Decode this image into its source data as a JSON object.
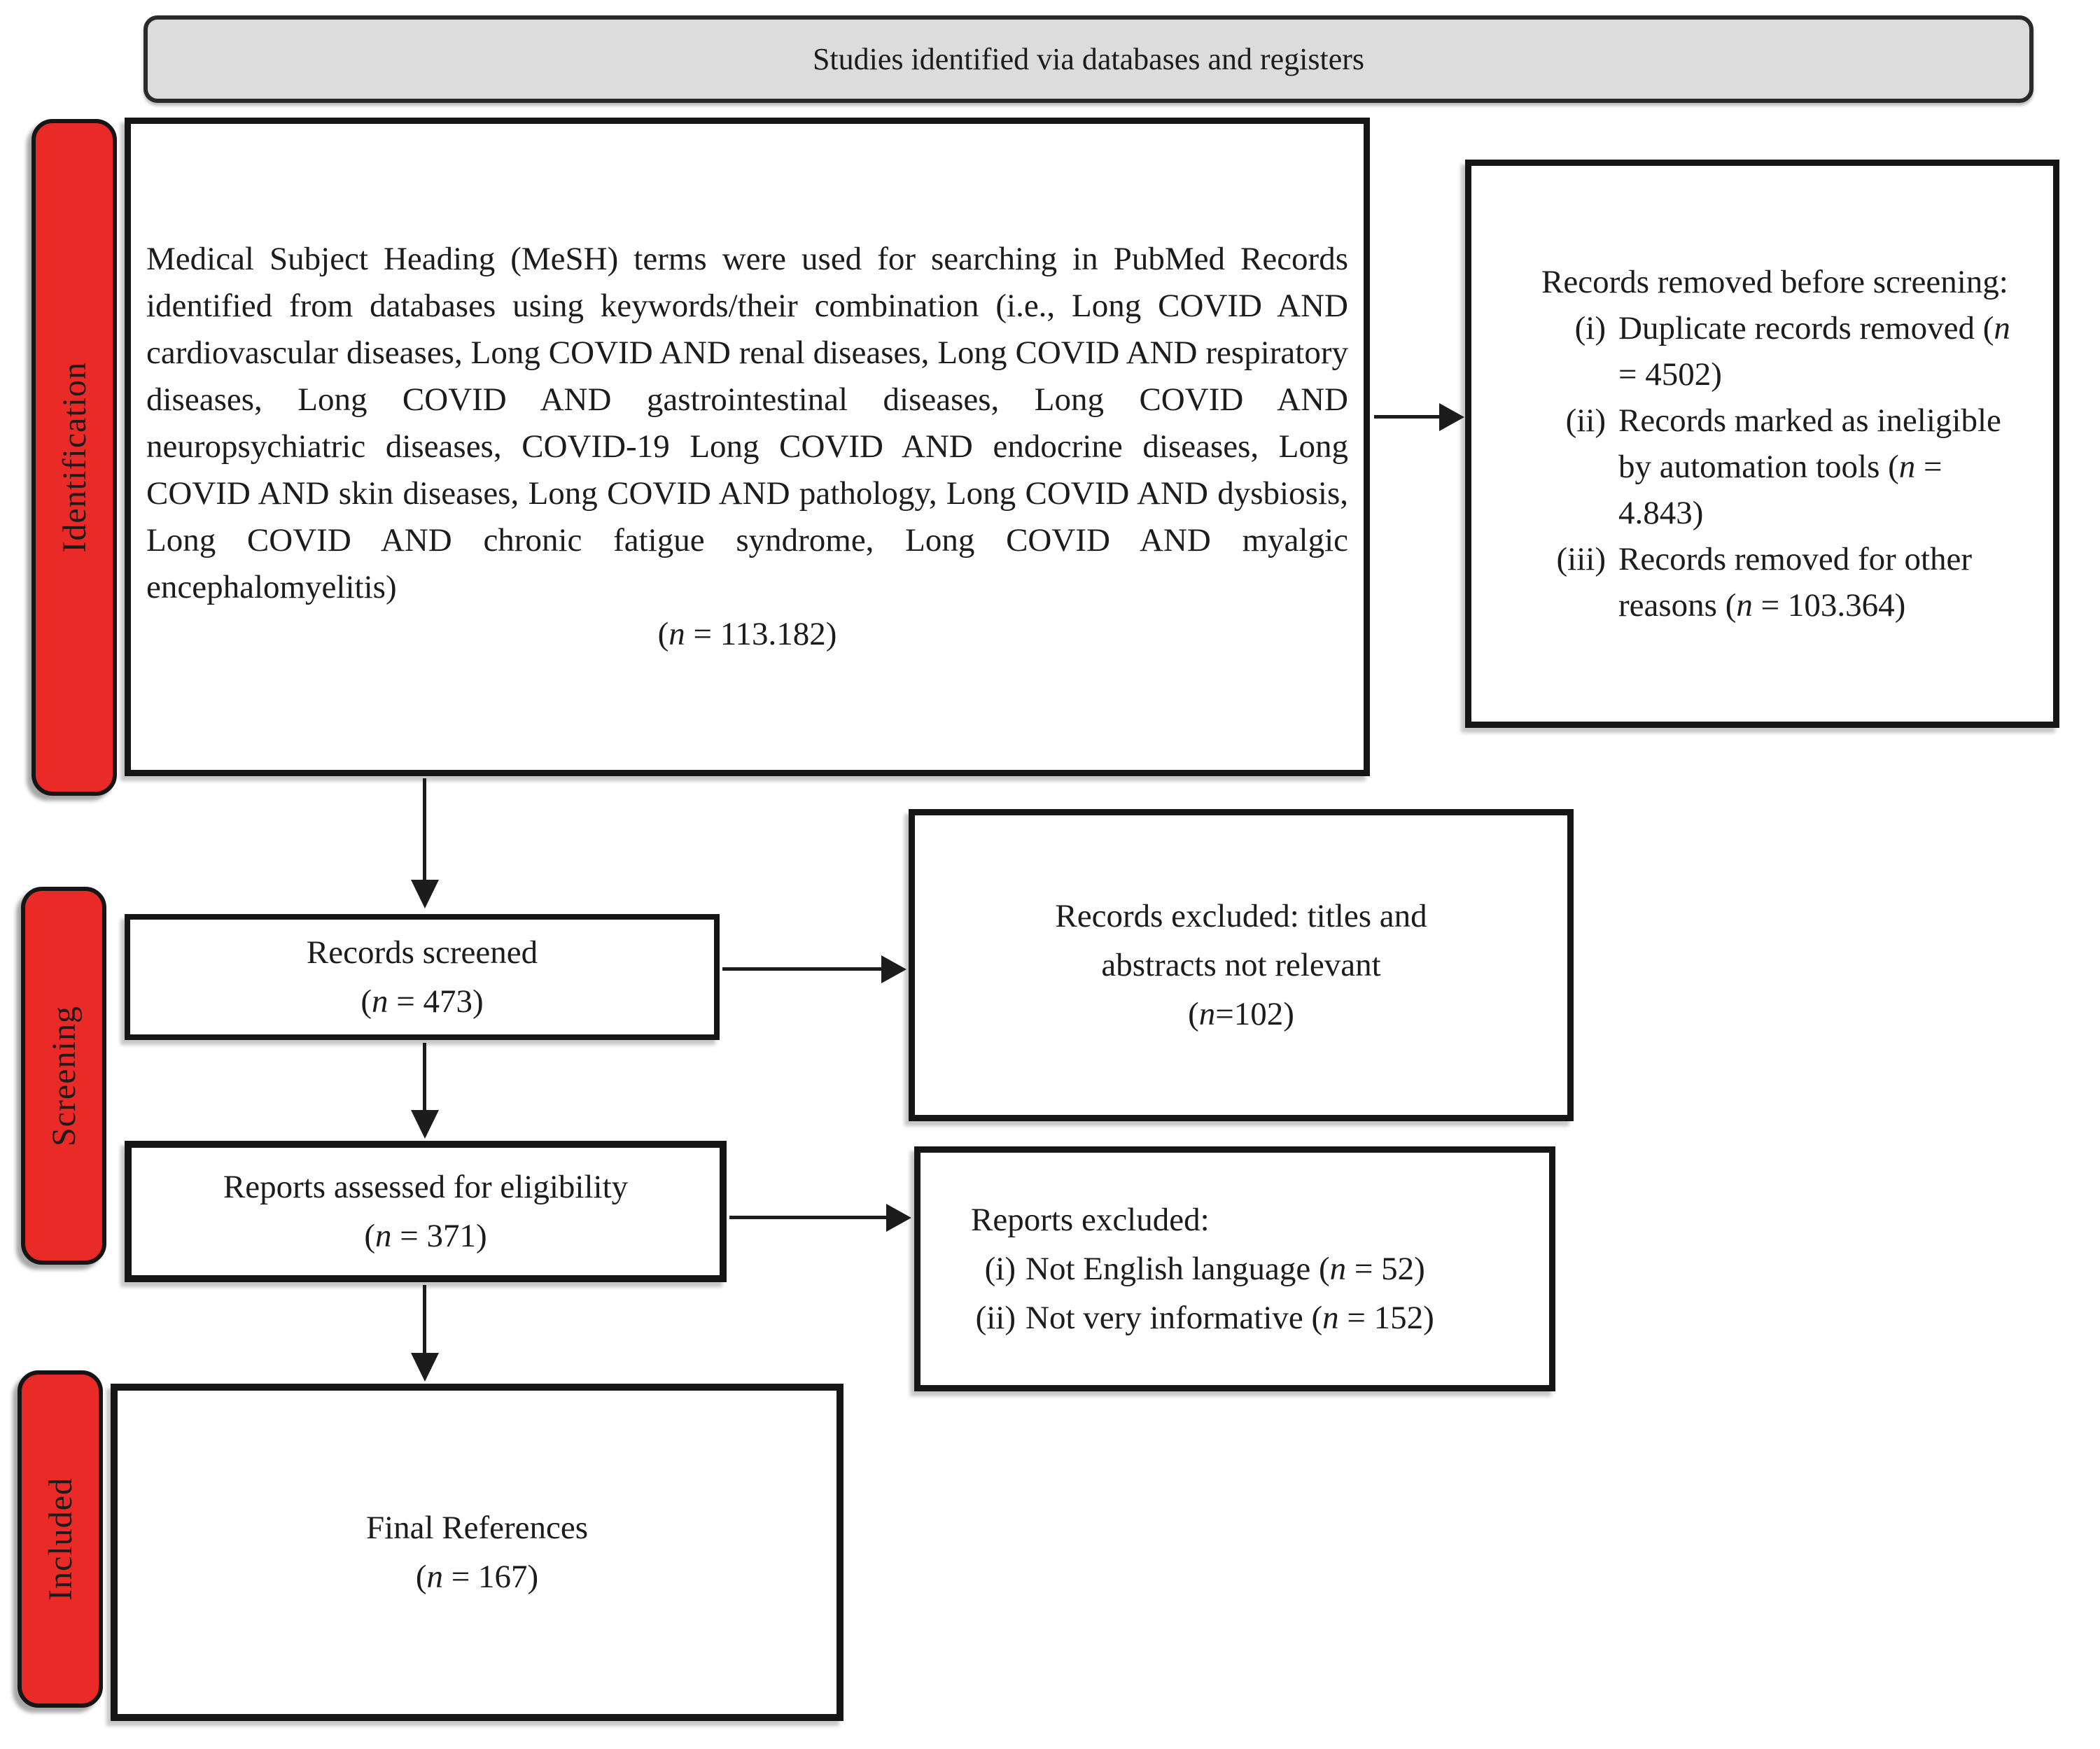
{
  "banner": {
    "title": "Studies identified via databases and registers"
  },
  "stages": [
    {
      "label": "Identification"
    },
    {
      "label": "Screening"
    },
    {
      "label": "Included"
    }
  ],
  "boxes": {
    "identification_main": {
      "paragraph": "Medical Subject Heading (MeSH) terms were used for searching in PubMed Records identified from databases using keywords/their combination (i.e., Long COVID AND cardiovascular diseases, Long COVID AND renal diseases, Long COVID AND respiratory diseases, Long COVID AND gastrointestinal diseases, Long COVID AND neuropsychiatric diseases, COVID-19 Long COVID AND endocrine diseases, Long COVID AND skin diseases, Long COVID AND pathology, Long COVID AND dysbiosis, Long COVID AND chronic fatigue syndrome, Long COVID AND myalgic encephalomyelitis)",
      "count": "(n = 113.182)"
    },
    "records_removed": {
      "title": "Records removed before screening:",
      "items": [
        {
          "num": "(i)",
          "text": "Duplicate records removed (n = 4502)"
        },
        {
          "num": "(ii)",
          "text": "Records marked as ineligible by automation tools (n = 4.843)"
        },
        {
          "num": "(iii)",
          "text": "Records removed for other reasons (n = 103.364)"
        }
      ]
    },
    "records_screened": {
      "line1": "Records screened",
      "line2": "(n = 473)"
    },
    "records_excluded": {
      "line1": "Records excluded: titles and",
      "line2": "abstracts not relevant",
      "line3": "(n=102)"
    },
    "reports_assessed": {
      "line1": "Reports assessed for eligibility",
      "line2": "(n = 371)"
    },
    "reports_excluded": {
      "title": "Reports excluded:",
      "items": [
        {
          "num": "(i)",
          "text": "Not English language (n = 52)"
        },
        {
          "num": "(ii)",
          "text": "Not very informative (n = 152)"
        }
      ]
    },
    "final_references": {
      "line1": "Final References",
      "line2": "(n = 167)"
    }
  },
  "colors": {
    "stage_red": "#ea2a26",
    "banner_gray": "#dcdcdc",
    "line_black": "#1c1c1c"
  }
}
